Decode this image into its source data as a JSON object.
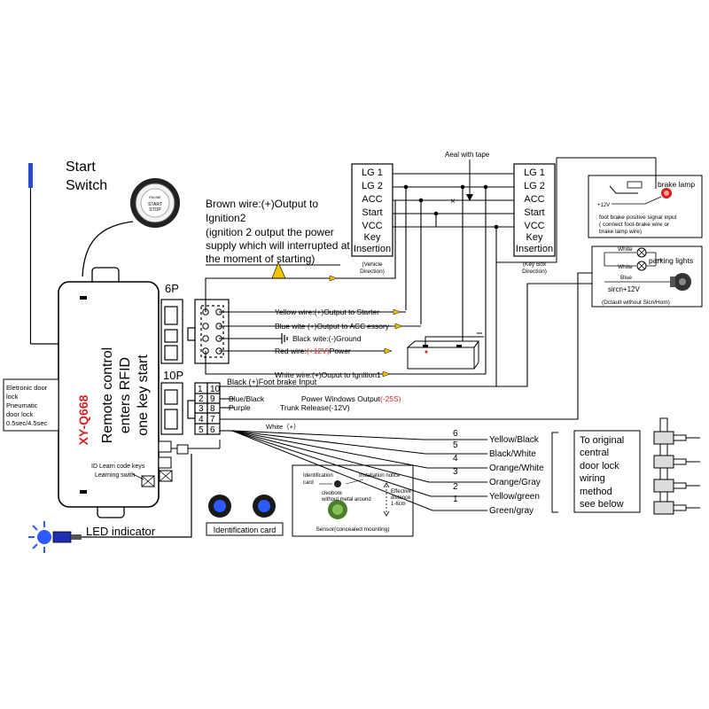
{
  "start_switch": {
    "label_line1": "Start",
    "label_line2": "Switch",
    "button_top": "ENGINE",
    "button_mid": "START",
    "button_bottom": "STOP"
  },
  "module": {
    "line1": "Remote control",
    "line2": "enters RFID",
    "line3": "one key start",
    "model": "XY-Q668",
    "id_learn_label": "ID Learn code keys",
    "learning_switch_label": "Learning swith"
  },
  "door_lock_note": [
    "Eletronic door",
    "lock",
    "Pneumatic",
    "door lock",
    "0.5sec/4.5sec"
  ],
  "led_indicator_label": "LED indicator",
  "id_card_label": "Identification card",
  "sensor": {
    "id_card_line1": "Identification",
    "id_card_line2": "card",
    "install_notice": "Installation notice",
    "note_line1": "cleobore",
    "note_line2": "without metal around",
    "effective_line1": "Effective",
    "effective_line2": "distance",
    "effective_line3": "1-6cm",
    "caption": "Sensor(concealed mounting)"
  },
  "connectors": {
    "six_p": "6P",
    "ten_p": "10P",
    "pins": [
      "1",
      "10",
      "2",
      "9",
      "3",
      "8",
      "4",
      "7",
      "5",
      "6"
    ]
  },
  "terminals": [
    "LG 1",
    "LG 2",
    "ACC",
    "Start",
    "VCC",
    "Key",
    "Insertion"
  ],
  "vehicle_direction": [
    "(Vehicle",
    "Direction)"
  ],
  "keybox_direction": [
    "(Key Box",
    "Direction)"
  ],
  "seal_label": "Aeal with tape",
  "brown_wire": [
    "Brown wire:(+)Output to",
    "Ignition2",
    "(ignition 2 output the power",
    "supply which will interrupted at",
    "the moment of starting)"
  ],
  "wires_6p": {
    "yellow": "Yellow wire:(+)Output to Starter",
    "blue": "Blue wite (+)Output to ACC",
    "blue_suffix": "essory",
    "black": "Black wite:(-)Ground",
    "red_prefix": "Red wire:",
    "red_value": "(+12V)",
    "red_suffix": "Power",
    "white": "White wire:(+)Ouput to Ignition1"
  },
  "wires_10p": {
    "black": "Black  (+)Foot brake Input",
    "blue_black": "Blue/Black",
    "power_windows": "Power Windows Output",
    "power_windows_value": "(-25S)",
    "purple": "Purple",
    "trunk": "Trunk Release(-12V)",
    "white": "White（+）"
  },
  "door_wires": [
    {
      "num": "6",
      "color": "Yellow/Black"
    },
    {
      "num": "5",
      "color": "Black/White"
    },
    {
      "num": "4",
      "color": "Orange/White"
    },
    {
      "num": "3",
      "color": "Orange/Gray"
    },
    {
      "num": "2",
      "color": "Yellow/green"
    },
    {
      "num": "1",
      "color": "Green/gray"
    }
  ],
  "door_note": [
    "To original",
    "central",
    "door lock",
    "wiring",
    "method",
    "see below"
  ],
  "brake_box": {
    "lamp_label": "brake lamp",
    "plus12v": "+12V",
    "line1": "foot brake positive signal input",
    "line2": "( connect foot-brake wire or",
    "line3": "brake lamp wire)"
  },
  "parking_box": {
    "white1": "White",
    "white2": "White",
    "parking_label": "parking lights",
    "blue": "Blue",
    "siren": "sircn+12V",
    "default_note": "(Dctault without Sicn/Hom)"
  },
  "colors": {
    "accent_red": "#d42222",
    "arrow_yellow": "#f2c300",
    "led_blue": "#2d5bff"
  }
}
